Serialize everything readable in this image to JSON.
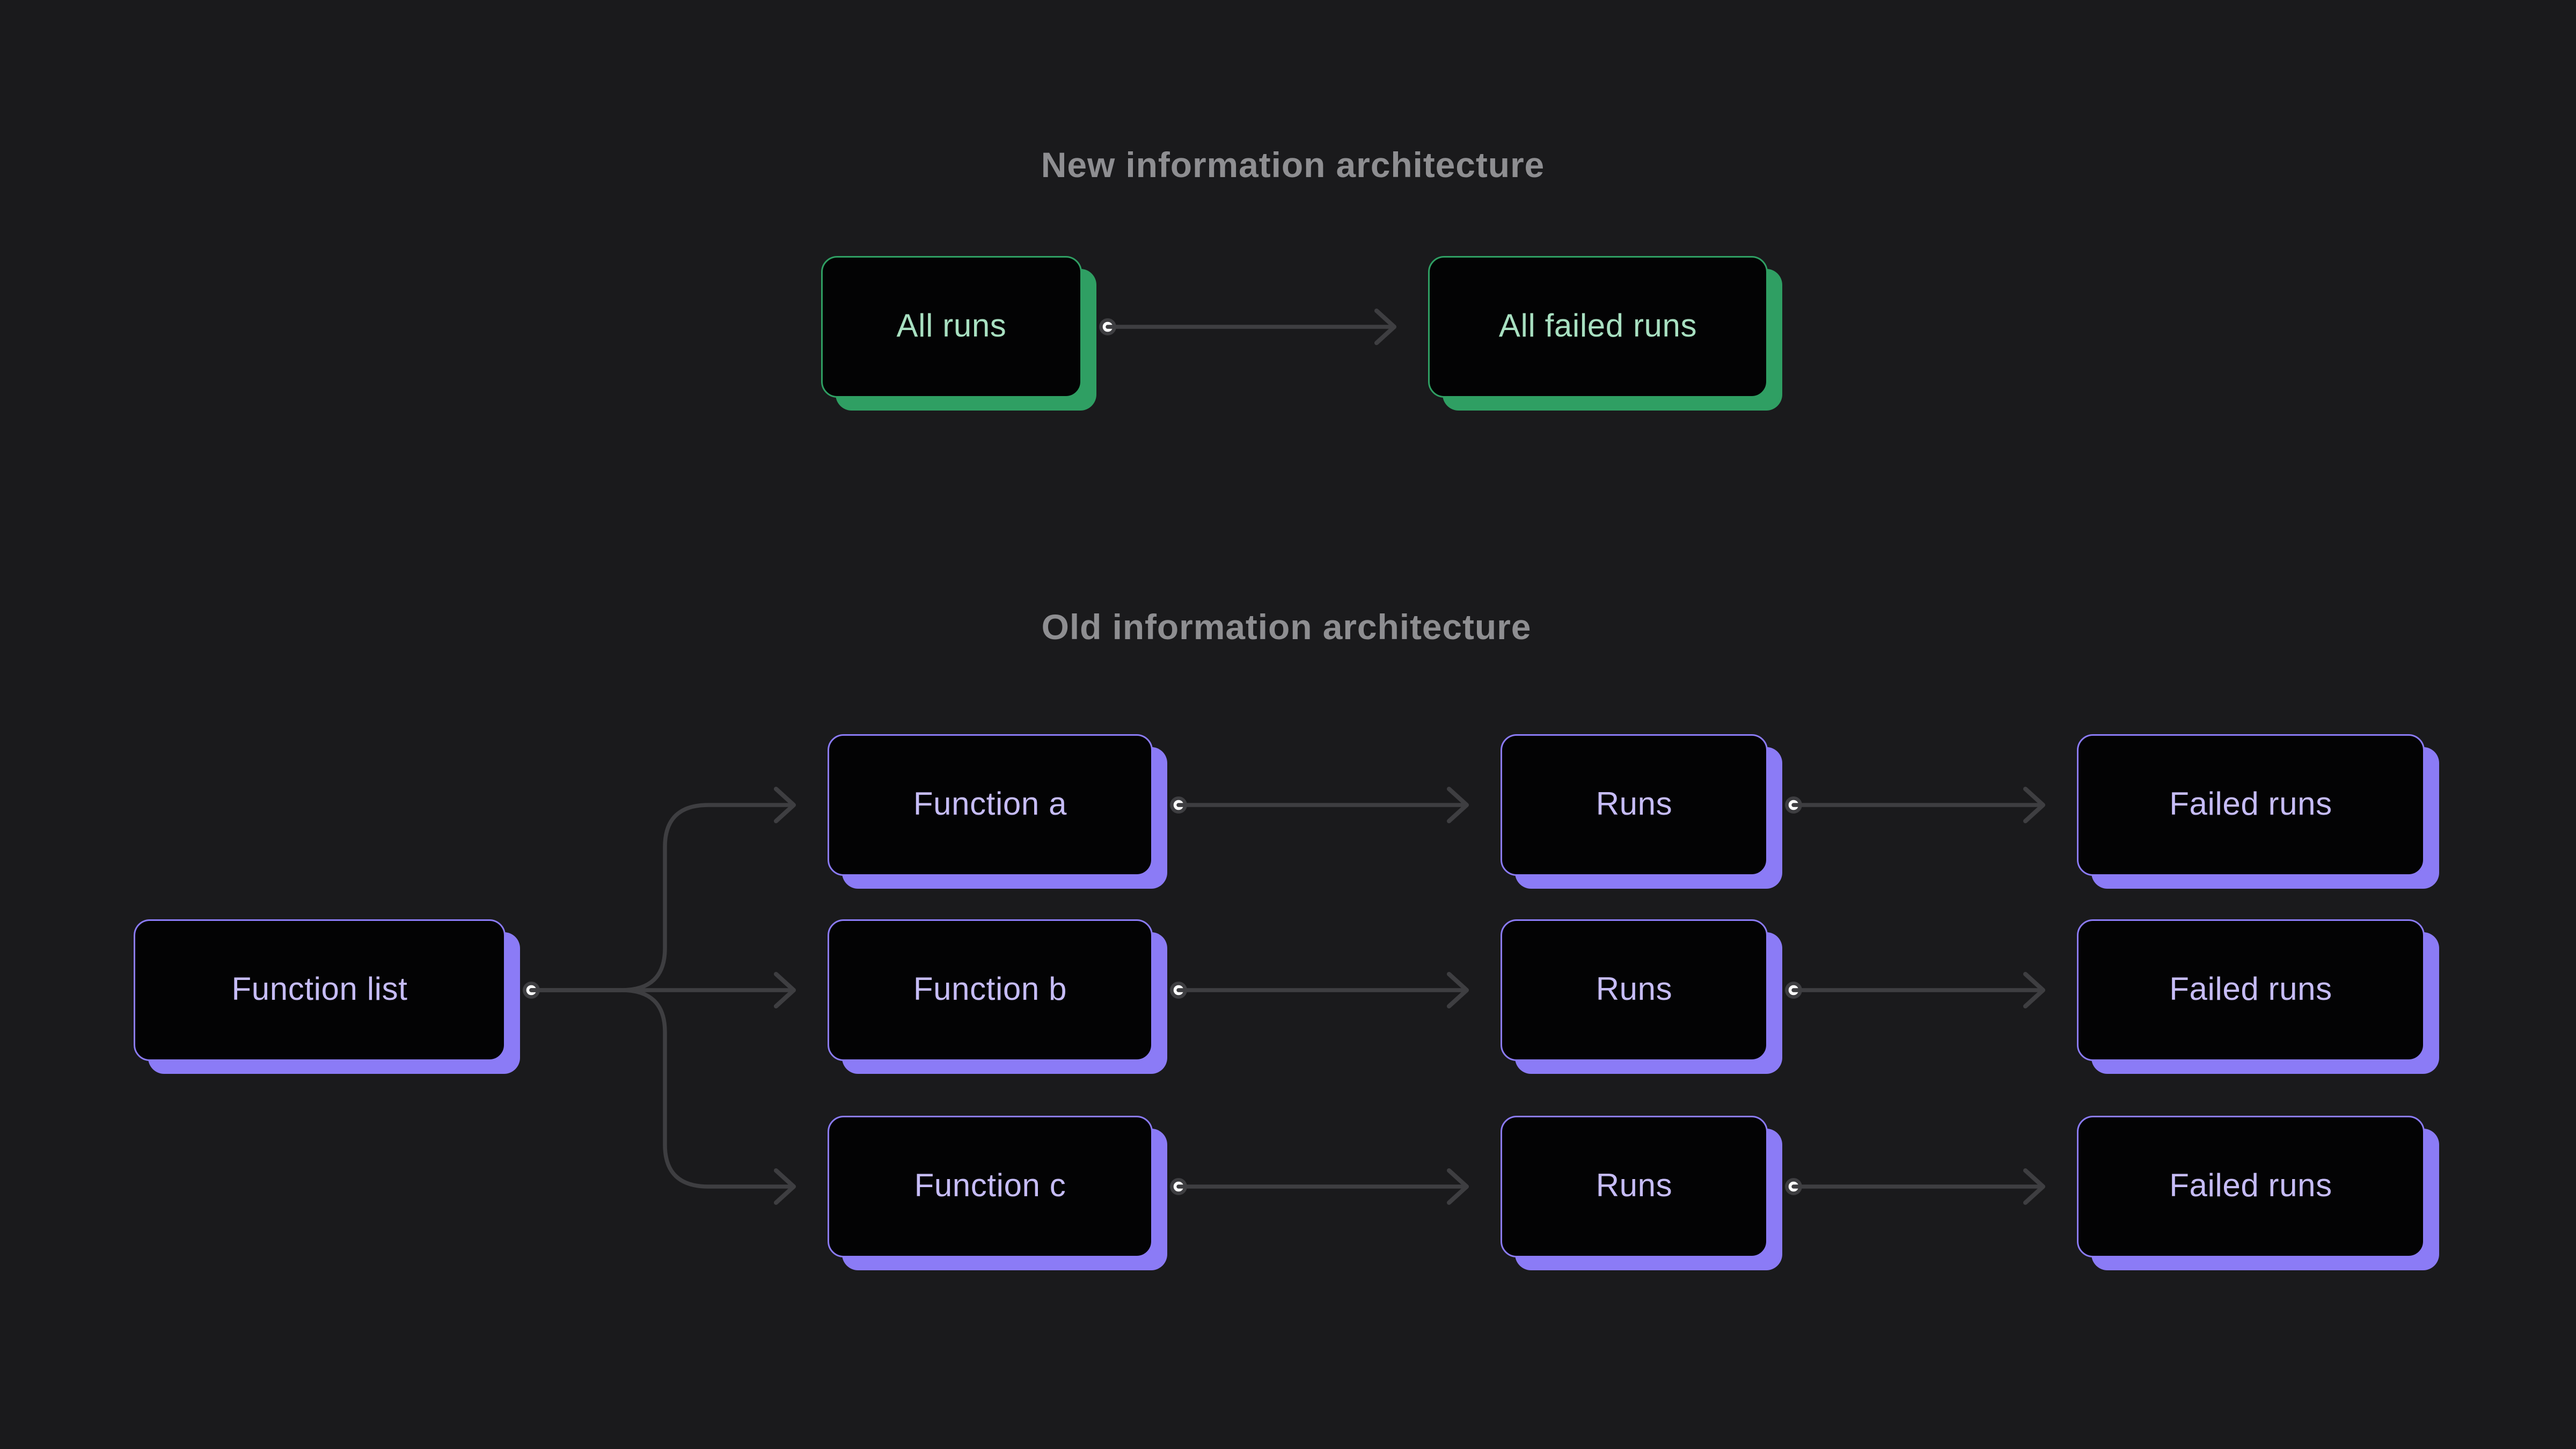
{
  "colors": {
    "canvas_bg": "#1a1a1c",
    "node_fill": "#030304",
    "green_accent": "#2f9f63",
    "green_text": "#a8e0c1",
    "purple_accent": "#8b7bf6",
    "purple_text": "#c6bcf7",
    "title_text": "#8e8e91",
    "connector": "#3e3e41",
    "dot_fill": "#ffffff"
  },
  "sections": {
    "new": {
      "title": "New information architecture",
      "nodes": {
        "all_runs": "All runs",
        "all_failed_runs": "All failed runs"
      }
    },
    "old": {
      "title": "Old information architecture",
      "root": "Function list",
      "rows": [
        {
          "function": "Function a",
          "runs": "Runs",
          "failed": "Failed runs"
        },
        {
          "function": "Function b",
          "runs": "Runs",
          "failed": "Failed runs"
        },
        {
          "function": "Function c",
          "runs": "Runs",
          "failed": "Failed runs"
        }
      ]
    }
  }
}
